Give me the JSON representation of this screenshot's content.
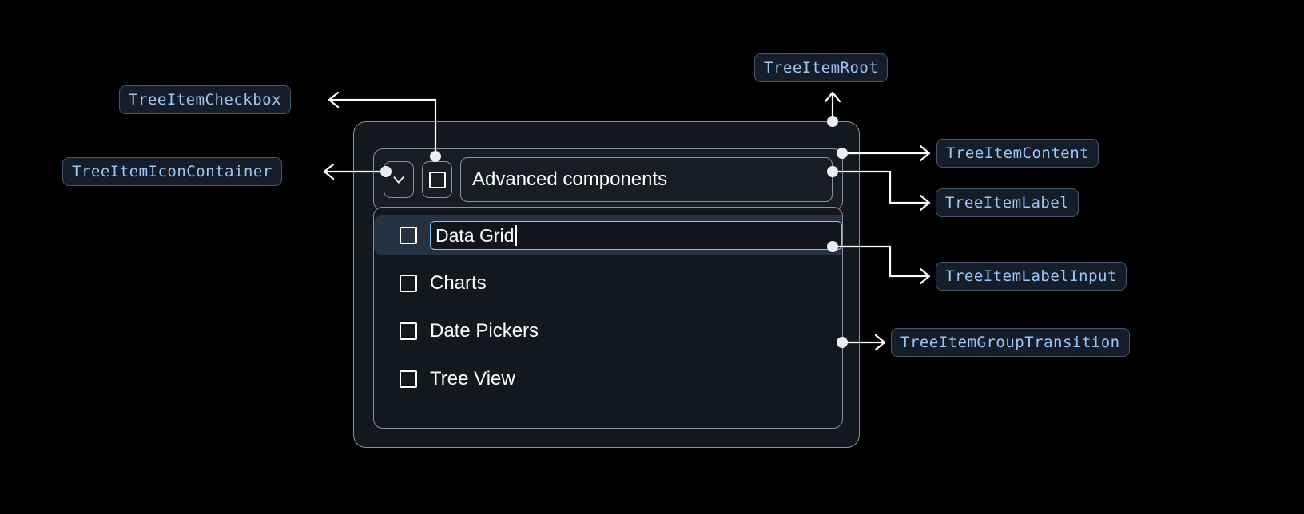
{
  "widget": {
    "expand_icon": "chevron-down-icon",
    "header_checkbox_state": "unchecked",
    "header_label": "Advanced components",
    "items": [
      {
        "label": "Data Grid",
        "checkbox_state": "unchecked",
        "selected": true,
        "editing": true
      },
      {
        "label": "Charts",
        "checkbox_state": "unchecked",
        "selected": false,
        "editing": false
      },
      {
        "label": "Date Pickers",
        "checkbox_state": "unchecked",
        "selected": false,
        "editing": false
      },
      {
        "label": "Tree View",
        "checkbox_state": "unchecked",
        "selected": false,
        "editing": false
      }
    ]
  },
  "annotations": [
    {
      "id": "tree-item-root",
      "text": "TreeItemRoot"
    },
    {
      "id": "tree-item-checkbox",
      "text": "TreeItemCheckbox"
    },
    {
      "id": "tree-item-icon-container",
      "text": "TreeItemIconContainer"
    },
    {
      "id": "tree-item-content",
      "text": "TreeItemContent"
    },
    {
      "id": "tree-item-label",
      "text": "TreeItemLabel"
    },
    {
      "id": "tree-item-label-input",
      "text": "TreeItemLabelInput"
    },
    {
      "id": "tree-item-group-transition",
      "text": "TreeItemGroupTransition"
    }
  ],
  "colors": {
    "background": "#000000",
    "panel_fill": "#14181e",
    "panel_border": "#8b9099",
    "chip_fill": "#161d2a",
    "chip_border": "#46566c",
    "chip_text": "#9dc6f5",
    "selected_row": "#263142",
    "input_border": "#8ec2f0",
    "wire": "#ffffff",
    "text": "#ffffff"
  }
}
